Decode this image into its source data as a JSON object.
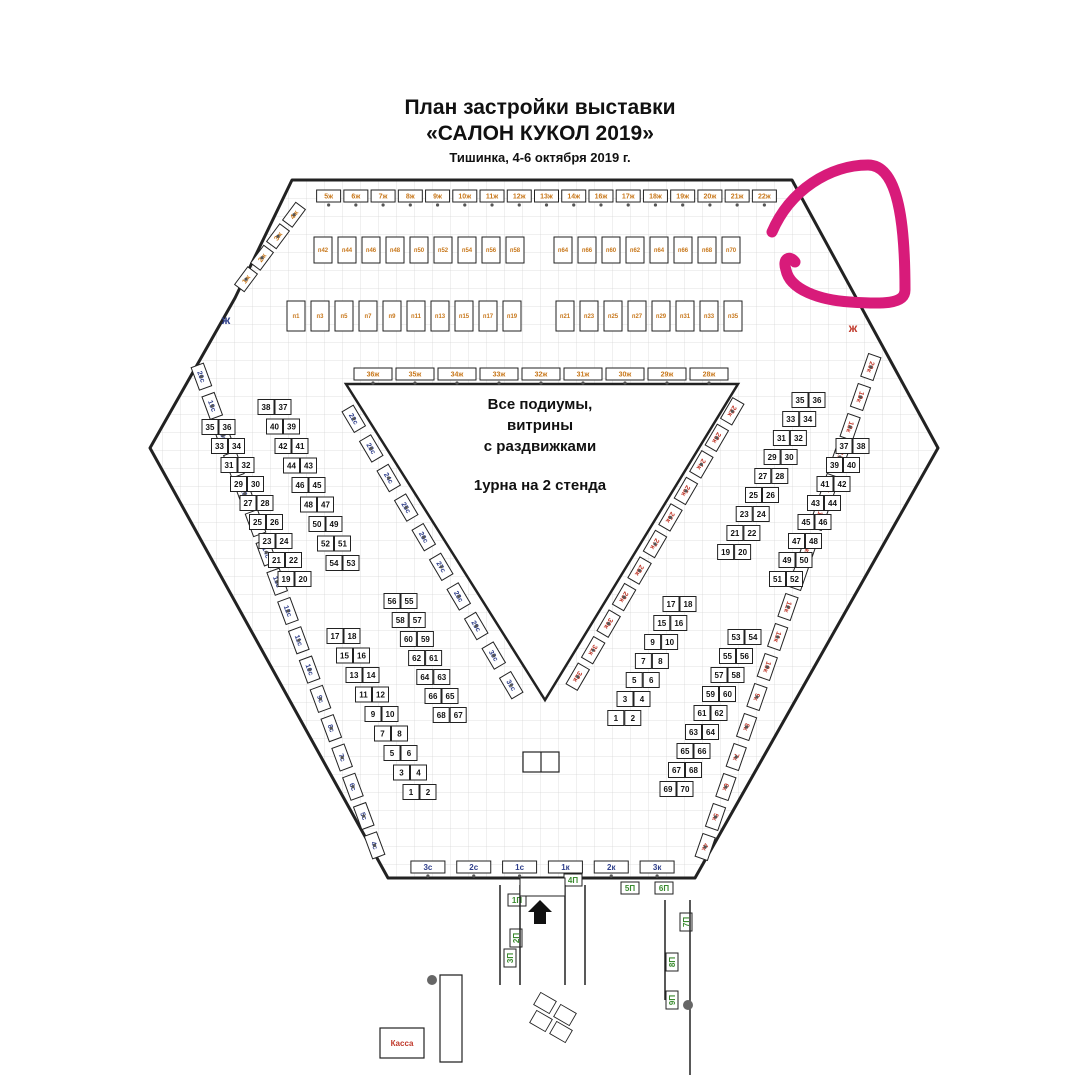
{
  "header": {
    "title_line1": "План застройки выставки",
    "title_line2": "«САЛОН КУКОЛ 2019»",
    "subtitle": "Тишинка, 4-6 октября 2019 г."
  },
  "center": {
    "line1": "Все подиумы,",
    "line2": "витрины",
    "line3": "с раздвижками",
    "note": "1урна на 2 стенда"
  },
  "labels": {
    "kassa": "Касса",
    "zh": "ж"
  },
  "colors": {
    "outline": "#222222",
    "grid": "#cfcfcf",
    "orange_label": "#c8781c",
    "blue_label": "#2e3e8a",
    "red_label": "#c0392b",
    "green_label": "#3a8a2e",
    "highlight": "#d81b7a",
    "entrance": "#111111"
  },
  "booths": {
    "top_wall": [
      "5ж",
      "6ж",
      "7ж",
      "8ж",
      "9ж",
      "10ж",
      "11ж",
      "12ж",
      "13ж",
      "14ж",
      "16ж",
      "17ж",
      "18ж",
      "19ж",
      "20ж",
      "21ж",
      "22ж"
    ],
    "top_left_wall": [
      "1ж",
      "2ж",
      "3ж",
      "4ж"
    ],
    "top_row1_left": [
      "п42",
      "п44",
      "п46",
      "п48",
      "п50",
      "п52",
      "п54",
      "п56",
      "п58"
    ],
    "top_row1_right": [
      "п64",
      "п66",
      "п60",
      "п62",
      "п64",
      "п66",
      "п68",
      "п70"
    ],
    "top_row2_left": [
      "п1",
      "п3",
      "п5",
      "п7",
      "п9",
      "п11",
      "п13",
      "п15",
      "п17",
      "п19"
    ],
    "top_row2_right": [
      "п21",
      "п23",
      "п25",
      "п27",
      "п29",
      "п31",
      "п33",
      "п35"
    ],
    "inner_top": [
      "36ж",
      "35ж",
      "34ж",
      "33ж",
      "32ж",
      "31ж",
      "30ж",
      "29ж",
      "28ж"
    ],
    "left_outer": [
      "20с",
      "19с",
      "18с",
      "17с",
      "16с",
      "15с",
      "14с",
      "13с",
      "12с",
      "11с",
      "10с",
      "9с",
      "8с",
      "7с",
      "6с",
      "5с",
      "4с"
    ],
    "left_inner": [
      "22с",
      "23с",
      "24с",
      "25с",
      "26с",
      "27с",
      "28с",
      "29с",
      "30с",
      "31с"
    ],
    "right_outer": [
      "20к",
      "19к",
      "18к",
      "17к",
      "16к",
      "15к",
      "14к",
      "13к",
      "12к",
      "11к",
      "10к",
      "9к",
      "8к",
      "7к",
      "6к",
      "5к",
      "4к"
    ],
    "right_inner": [
      "22к",
      "23к",
      "24к",
      "25к",
      "26к",
      "27к",
      "28к",
      "29к",
      "30к",
      "31к",
      "32к"
    ],
    "bottom": [
      "3с",
      "2с",
      "1с",
      "1к",
      "2к",
      "3к"
    ],
    "left_block_a": [
      "35",
      "36",
      "33",
      "34",
      "31",
      "32",
      "29",
      "30",
      "27",
      "28",
      "25",
      "26",
      "23",
      "24",
      "21",
      "22",
      "19",
      "20"
    ],
    "left_block_b": [
      "38",
      "37",
      "40",
      "39",
      "42",
      "41",
      "44",
      "43",
      "46",
      "45",
      "48",
      "47",
      "50",
      "49",
      "52",
      "51",
      "54",
      "53"
    ],
    "left_block_c": [
      "17",
      "18",
      "15",
      "16",
      "13",
      "14",
      "11",
      "12",
      "9",
      "10",
      "7",
      "8",
      "5",
      "6",
      "3",
      "4",
      "1",
      "2"
    ],
    "left_block_d": [
      "56",
      "55",
      "58",
      "57",
      "60",
      "59",
      "62",
      "61",
      "64",
      "63",
      "66",
      "65",
      "68",
      "67"
    ],
    "right_block_a": [
      "35",
      "36",
      "33",
      "34",
      "31",
      "32",
      "29",
      "30",
      "27",
      "28",
      "25",
      "26",
      "23",
      "24",
      "21",
      "22",
      "19",
      "20"
    ],
    "right_block_b": [
      "37",
      "38",
      "39",
      "40",
      "41",
      "42",
      "43",
      "44",
      "45",
      "46",
      "47",
      "48",
      "49",
      "50",
      "51",
      "52"
    ],
    "right_block_c": [
      "17",
      "18",
      "15",
      "16",
      "9",
      "10",
      "7",
      "8",
      "5",
      "6",
      "3",
      "4",
      "1",
      "2"
    ],
    "right_block_d": [
      "53",
      "54",
      "55",
      "56",
      "57",
      "58",
      "59",
      "60",
      "61",
      "62",
      "63",
      "64",
      "65",
      "66",
      "67",
      "68",
      "69",
      "70"
    ],
    "entrance_area": [
      "1П",
      "2П",
      "3П",
      "4П",
      "5П",
      "6П",
      "7П",
      "8П",
      "9П"
    ]
  }
}
